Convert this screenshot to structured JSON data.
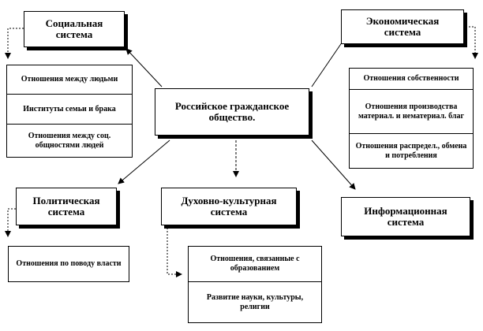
{
  "center": {
    "line1": "Российское гражданское",
    "line2": "общество."
  },
  "social": {
    "title_line1": "Социальная",
    "title_line2": "система",
    "items": [
      "Отношения между людьми",
      "Институты семьи и брака",
      "Отношения между соц. общностями людей"
    ]
  },
  "economic": {
    "title_line1": "Экономическая",
    "title_line2": "система",
    "items": [
      "Отношения собственности",
      "Отношения производства материал. и нематериал. благ",
      "Отношения распредел., обмена и потребления"
    ]
  },
  "political": {
    "title_line1": "Политическая",
    "title_line2": "система",
    "items": [
      "Отношения по поводу власти"
    ]
  },
  "spiritual": {
    "title_line1": "Духовно-культурная",
    "title_line2": "система",
    "items": [
      "Отношения, связанные с образованием",
      "Развитие науки, культуры, религии"
    ]
  },
  "information": {
    "title_line1": "Информационная",
    "title_line2": "система"
  }
}
